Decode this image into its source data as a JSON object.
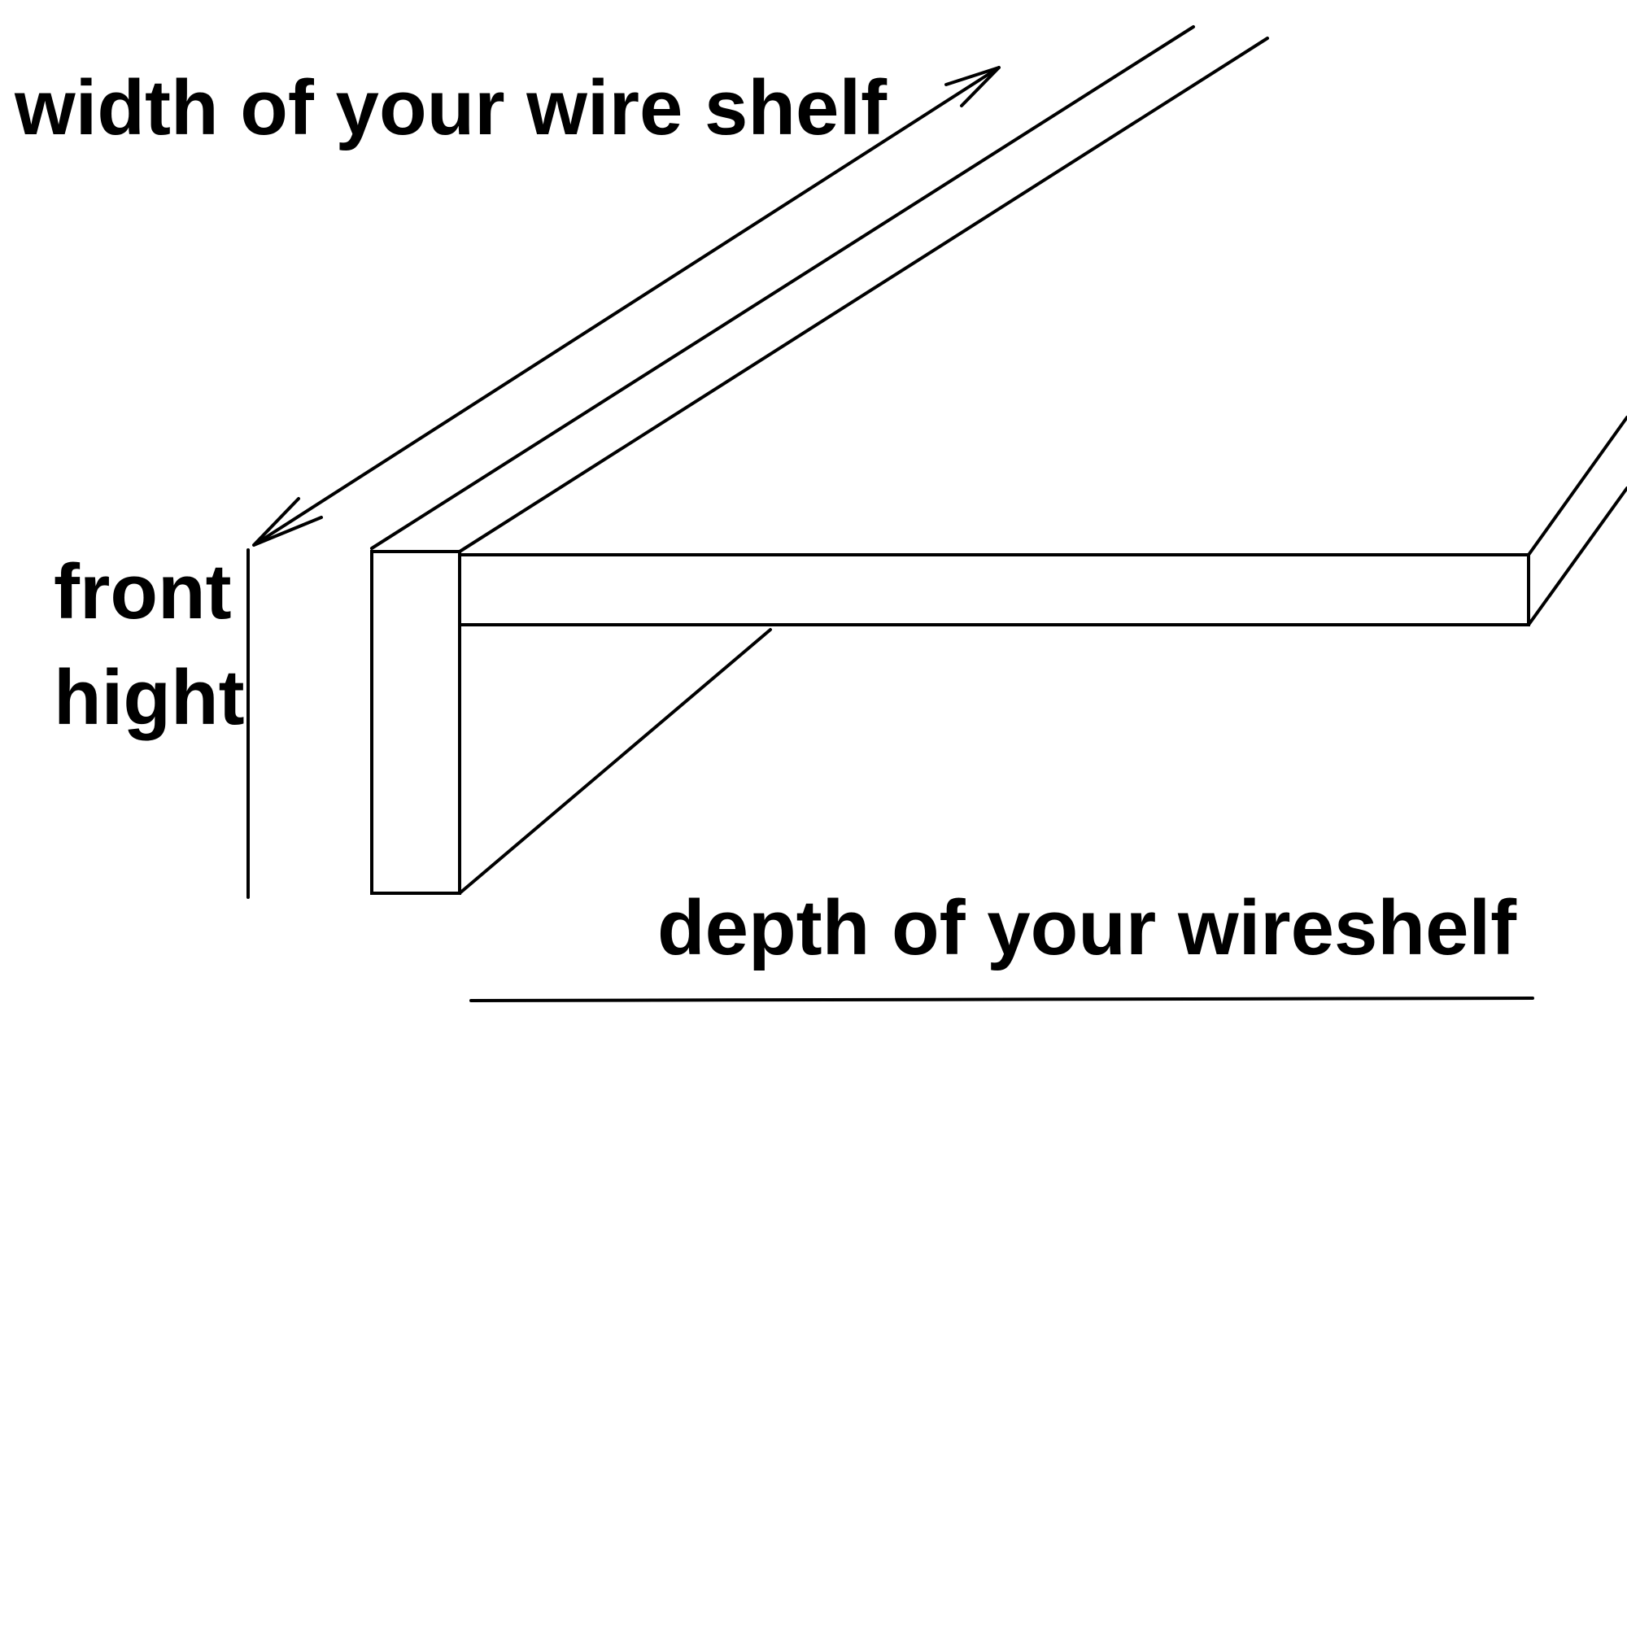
{
  "labels": {
    "width": "width of your wire shelf",
    "front_line1": "front",
    "front_line2": "hight",
    "depth": "depth of your wireshelf"
  },
  "colors": {
    "background": "#ffffff",
    "ink": "#000000"
  }
}
